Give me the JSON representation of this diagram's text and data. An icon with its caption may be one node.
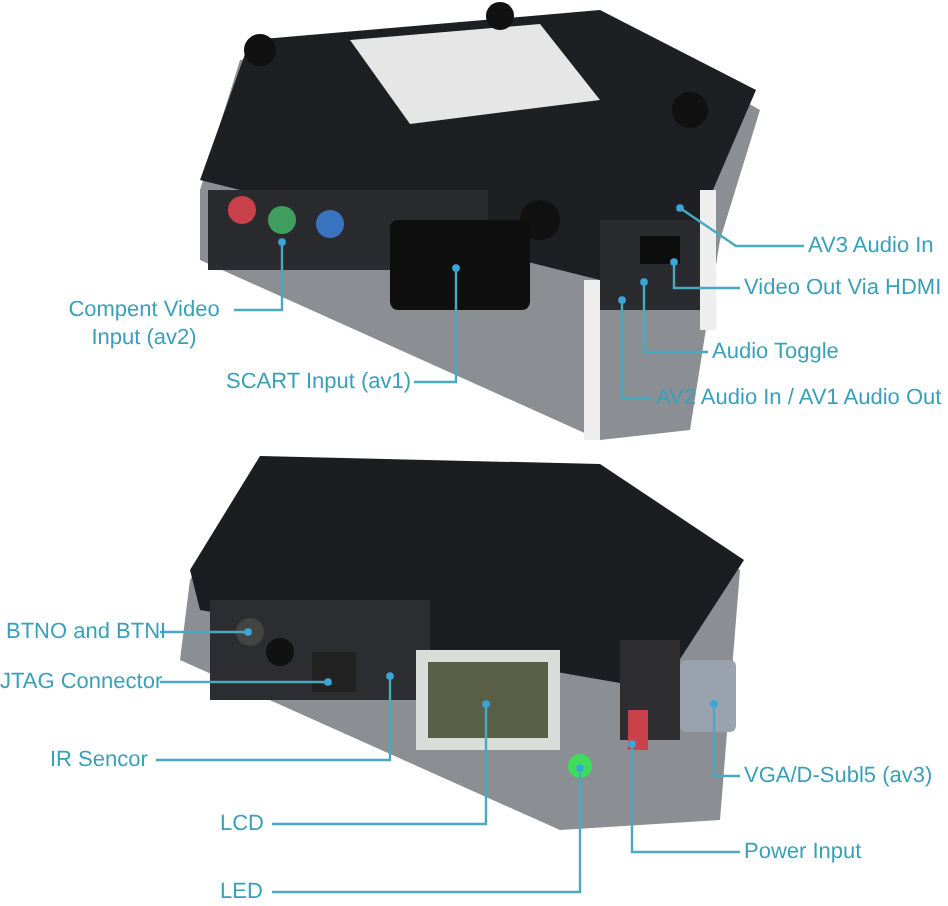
{
  "diagram": {
    "nodes": [
      {
        "text": [
          "AV3 Audio In"
        ]
      },
      {
        "text": [
          "Compent Video Input (av2)"
        ]
      },
      {
        "text": [
          "Video Out Via HDMI"
        ]
      },
      {
        "text": [
          "Audio Toggle"
        ]
      },
      {
        "text": [
          "SCART Input (av1)"
        ]
      },
      {
        "text": [
          "AV2 Audio In / AV1 Audio Out"
        ]
      },
      {
        "text": [
          "BTNO and BTNI"
        ]
      },
      {
        "text": [
          "JTAG Connector"
        ]
      },
      {
        "text": [
          "IR Sencor"
        ]
      },
      {
        "text": [
          "VGA/D-Subl5 (av3)"
        ]
      },
      {
        "text": [
          "LCD"
        ]
      },
      {
        "text": [
          "Power Input"
        ]
      },
      {
        "text": [
          "LED"
        ]
      }
    ],
    "edges": [
      {
        "from": 0,
        "to": null,
        "arrow": "other"
      },
      {
        "from": 1,
        "to": null,
        "arrow": "other"
      },
      {
        "from": 2,
        "to": null,
        "arrow": "other"
      },
      {
        "from": 3,
        "to": null,
        "arrow": "other"
      },
      {
        "from": 4,
        "to": null,
        "arrow": "other"
      },
      {
        "from": 5,
        "to": null,
        "arrow": "other"
      },
      {
        "from": 6,
        "to": null,
        "arrow": "other"
      },
      {
        "from": 7,
        "to": null,
        "arrow": "other"
      },
      {
        "from": 8,
        "to": null,
        "arrow": "other"
      },
      {
        "from": 9,
        "to": null,
        "arrow": "other"
      },
      {
        "from": 10,
        "to": null,
        "arrow": "other"
      },
      {
        "from": 11,
        "to": null,
        "arrow": "other"
      },
      {
        "from": 12,
        "to": null,
        "arrow": "other"
      }
    ]
  }
}
